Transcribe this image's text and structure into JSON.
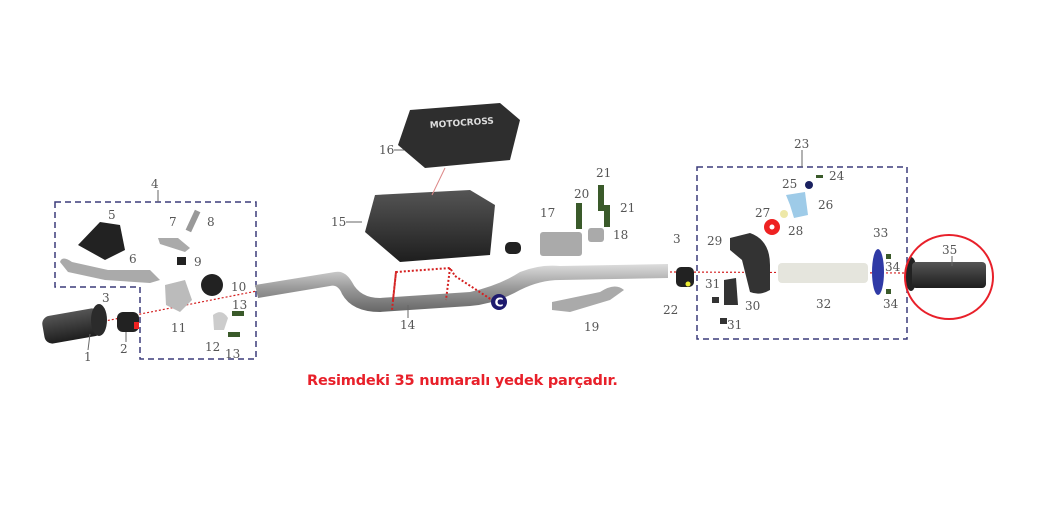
{
  "caption": "Resimdeki 35 numaralı yedek parçadır.",
  "highlighted_part": "35",
  "colors": {
    "highlight": "#e8202a",
    "group_box": "#3b3b7a",
    "axis_dots": "#d42020"
  },
  "reference_marker": "C",
  "pad_text": "MOTOCROSS",
  "labels": [
    "1",
    "2",
    "3",
    "4",
    "5",
    "6",
    "7",
    "8",
    "9",
    "10",
    "11",
    "12",
    "13",
    "13",
    "14",
    "15",
    "16",
    "17",
    "18",
    "19",
    "20",
    "21",
    "21",
    "3",
    "22",
    "23",
    "24",
    "25",
    "26",
    "27",
    "28",
    "29",
    "30",
    "31",
    "31",
    "32",
    "33",
    "34",
    "34",
    "35"
  ]
}
